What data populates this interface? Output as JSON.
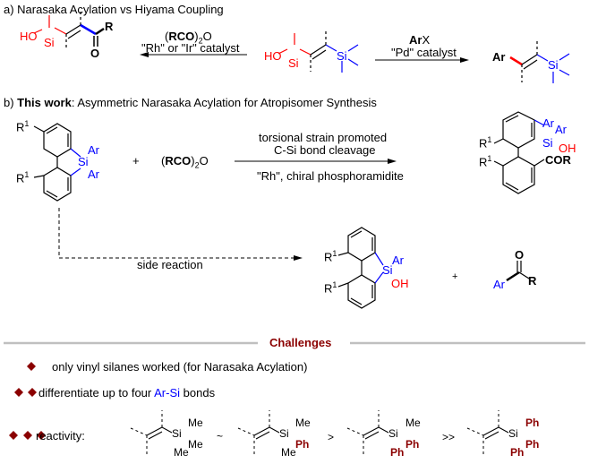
{
  "section_a": {
    "title": "a) Narasaka Acylation vs Hiyama Coupling",
    "left_arrow": {
      "reagent_bold": "RCO",
      "reagent_prefix": "(",
      "reagent_suffix": ")",
      "reagent_sub": "2",
      "reagent_tail": "O",
      "catalyst": "\"Rh\" or \"Ir\" catalyst"
    },
    "right_arrow": {
      "reagent_bold": "Ar",
      "reagent_tail": "X",
      "catalyst": "\"Pd\" catalyst"
    },
    "left_product": {
      "ho": "HO",
      "si": "Si",
      "r": "R",
      "o": "O"
    },
    "substrate": {
      "ho": "HO",
      "si_red": "Si",
      "si_blue": "Si"
    },
    "right_product": {
      "ar": "Ar",
      "si": "Si"
    }
  },
  "section_b": {
    "title_prefix": "b) ",
    "title_bold": "This work",
    "title_rest": ": Asymmetric Narasaka Acylation for Atropisomer Synthesis",
    "reactant": {
      "r1_top": "R",
      "r1_top_sup": "1",
      "r1_bot": "R",
      "r1_bot_sup": "1",
      "si": "Si",
      "ar_top": "Ar",
      "ar_bot": "Ar"
    },
    "plus": "+",
    "anhydride": {
      "prefix": "(",
      "bold": "RCO",
      "suffix": ")",
      "sub": "2",
      "tail": "O"
    },
    "arrow_above_line1": "torsional strain promoted",
    "arrow_above_line2": "C-Si bond cleavage",
    "arrow_below": "\"Rh\", chiral phosphoramidite",
    "product": {
      "r1_top": "R",
      "r1_top_sup": "1",
      "r1_bot": "R",
      "r1_bot_sup": "1",
      "ar1": "Ar",
      "ar2": "Ar",
      "si": "Si",
      "oh": "OH",
      "cor": "COR"
    },
    "side_reaction_label": "side reaction",
    "side_product": {
      "r1_top": "R",
      "r1_top_sup": "1",
      "r1_bot": "R",
      "r1_bot_sup": "1",
      "si": "Si",
      "ar": "Ar",
      "oh": "OH"
    },
    "side_plus": "+",
    "ketone": {
      "ar": "Ar",
      "o": "O",
      "r": "R"
    }
  },
  "challenges": {
    "heading": "Challenges",
    "items": [
      {
        "marker_count": 1,
        "text": "only vinyl silanes worked (for Narasaka Acylation)"
      },
      {
        "marker_count": 2,
        "text_before": "differentiate up to four ",
        "text_blue": "Ar-Si",
        "text_after": " bonds"
      },
      {
        "marker_count": 3,
        "text": "reactivity:"
      }
    ],
    "reactivity_series": [
      {
        "substituents": [
          "Me",
          "Me",
          "Me"
        ]
      },
      {
        "relation": "~"
      },
      {
        "substituents": [
          "Me",
          "Ph",
          "Me"
        ]
      },
      {
        "relation": ">"
      },
      {
        "substituents": [
          "Me",
          "Ph",
          "Ph"
        ]
      },
      {
        "relation": ">>"
      },
      {
        "substituents": [
          "Ph",
          "Ph",
          "Ph"
        ]
      }
    ],
    "si_label": "Si"
  },
  "colors": {
    "red": "#ff0000",
    "blue": "#0000ff",
    "dark_red": "#8b0000",
    "rule_gray": "#c0c0c0"
  }
}
